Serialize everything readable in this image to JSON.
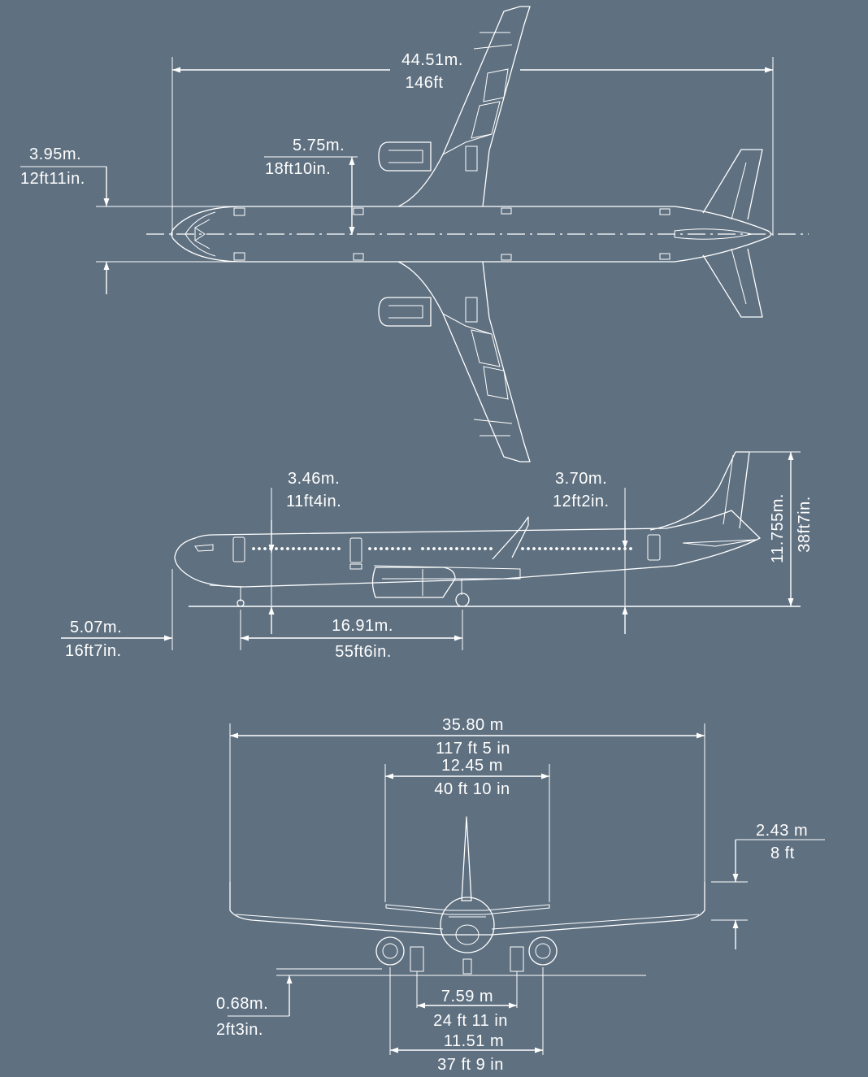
{
  "views": {
    "top": {
      "length_m": "44.51m.",
      "length_ft": "146ft",
      "fuselage_width_m": "3.95m.",
      "fuselage_width_ft": "12ft11in.",
      "nacelle_to_fuselage_m": "5.75m.",
      "nacelle_to_fuselage_ft": "18ft10in."
    },
    "side": {
      "front_door_m": "3.46m.",
      "front_door_ft": "11ft4in.",
      "rear_door_m": "3.70m.",
      "rear_door_ft": "12ft2in.",
      "height_m": "11.755m.",
      "height_ft": "38ft7in.",
      "nose_to_gear_m": "5.07m.",
      "nose_to_gear_ft": "16ft7in.",
      "wheelbase_m": "16.91m.",
      "wheelbase_ft": "55ft6in."
    },
    "front": {
      "wingspan_m": "35.80 m",
      "wingspan_ft": "117 ft 5 in",
      "tailplane_m": "12.45 m",
      "tailplane_ft": "40 ft 10 in",
      "winglet_m": "2.43 m",
      "winglet_ft": "8 ft",
      "engine_clearance_m": "0.68m.",
      "engine_clearance_ft": "2ft3in.",
      "track_m": "7.59 m",
      "track_ft": "24 ft 11 in",
      "engine_spacing_m": "11.51 m",
      "engine_spacing_ft": "37 ft 9 in"
    }
  }
}
